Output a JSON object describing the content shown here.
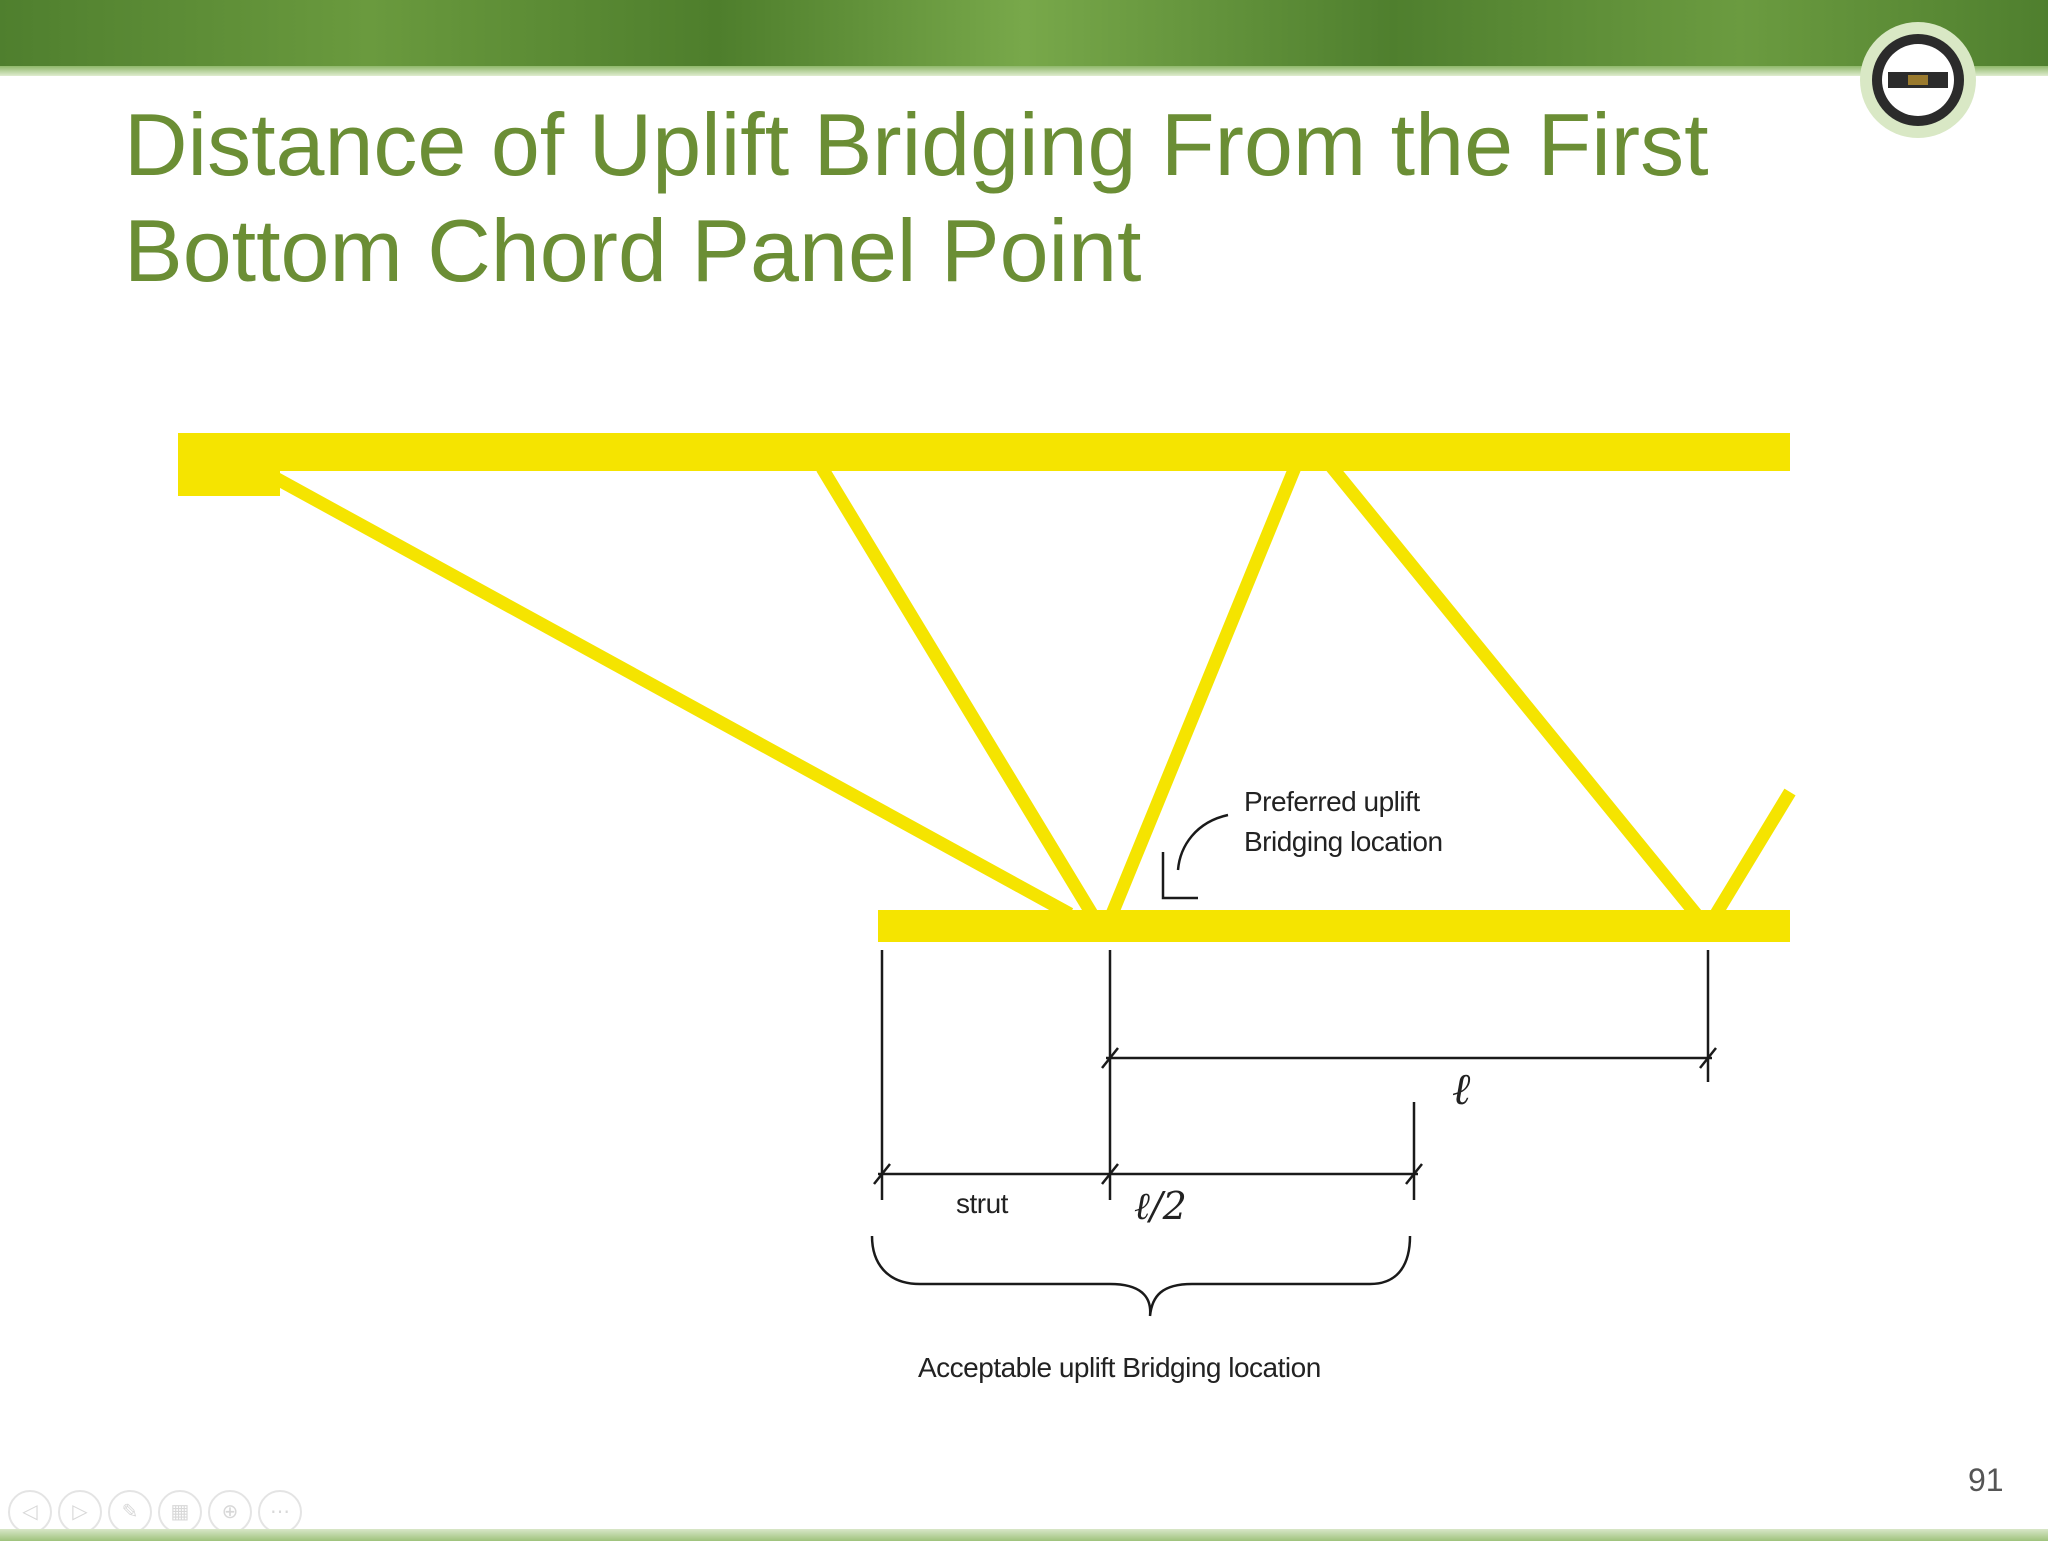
{
  "slide": {
    "title_line1": "Distance of Uplift Bridging From the First",
    "title_line2": "Bottom Chord Panel Point",
    "page_number": "91"
  },
  "diagram": {
    "preferred_line1": "Preferred uplift",
    "preferred_line2": "Bridging location",
    "strut_label": "strut",
    "half_span_label": "ℓ/2",
    "span_label": "ℓ",
    "acceptable_label": "Acceptable uplift Bridging location",
    "truss_color": "#f5e400"
  },
  "nav_icons": [
    "previous-icon",
    "next-icon",
    "pen-icon",
    "slides-icon",
    "zoom-icon",
    "more-icon"
  ]
}
